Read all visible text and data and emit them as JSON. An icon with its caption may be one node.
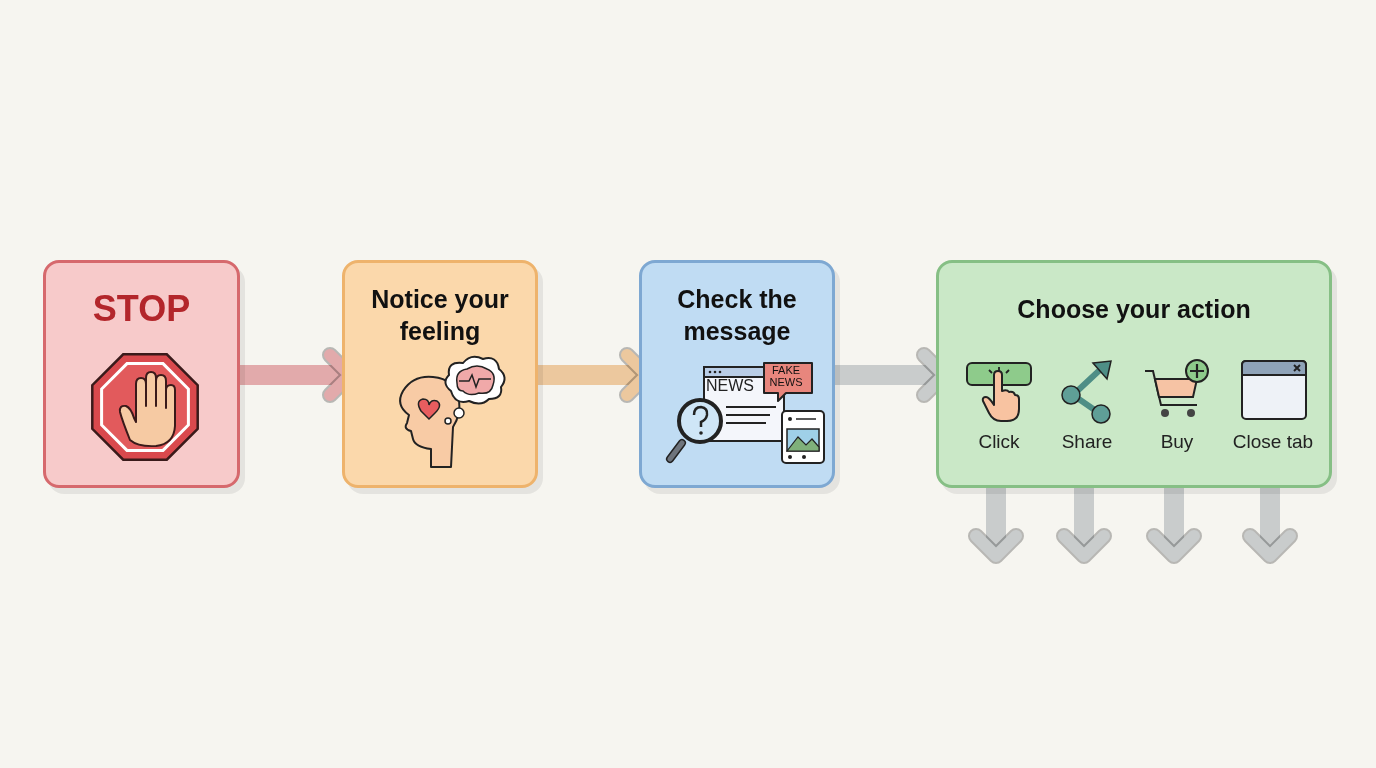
{
  "diagram": {
    "nodes": [
      {
        "text": [
          "STOP"
        ]
      },
      {
        "text": [
          "Notice your feeling"
        ]
      },
      {
        "text": [
          "Check the message"
        ]
      },
      {
        "text": [
          "Choose your action"
        ]
      },
      {
        "text": [
          "Click"
        ],
        "in": 3
      },
      {
        "text": [
          "Share"
        ],
        "in": 3
      },
      {
        "text": [
          "Buy"
        ],
        "in": 3
      },
      {
        "text": [
          "Close tab"
        ],
        "in": 3
      }
    ],
    "edges": [
      {
        "from": 0,
        "to": 1,
        "arrow": "to",
        "color": "#e2aaab"
      },
      {
        "from": 1,
        "to": 2,
        "arrow": "to",
        "color": "#ecc89e"
      },
      {
        "from": 2,
        "to": 3,
        "arrow": "to"
      },
      {
        "from": 4,
        "to": null,
        "arrow": "to"
      },
      {
        "from": 5,
        "to": null,
        "arrow": "to"
      },
      {
        "from": 6,
        "to": null,
        "arrow": "to"
      },
      {
        "from": 7,
        "to": null,
        "arrow": "to"
      }
    ],
    "labels": [
      "NEWS",
      "FAKE NEWS"
    ]
  }
}
